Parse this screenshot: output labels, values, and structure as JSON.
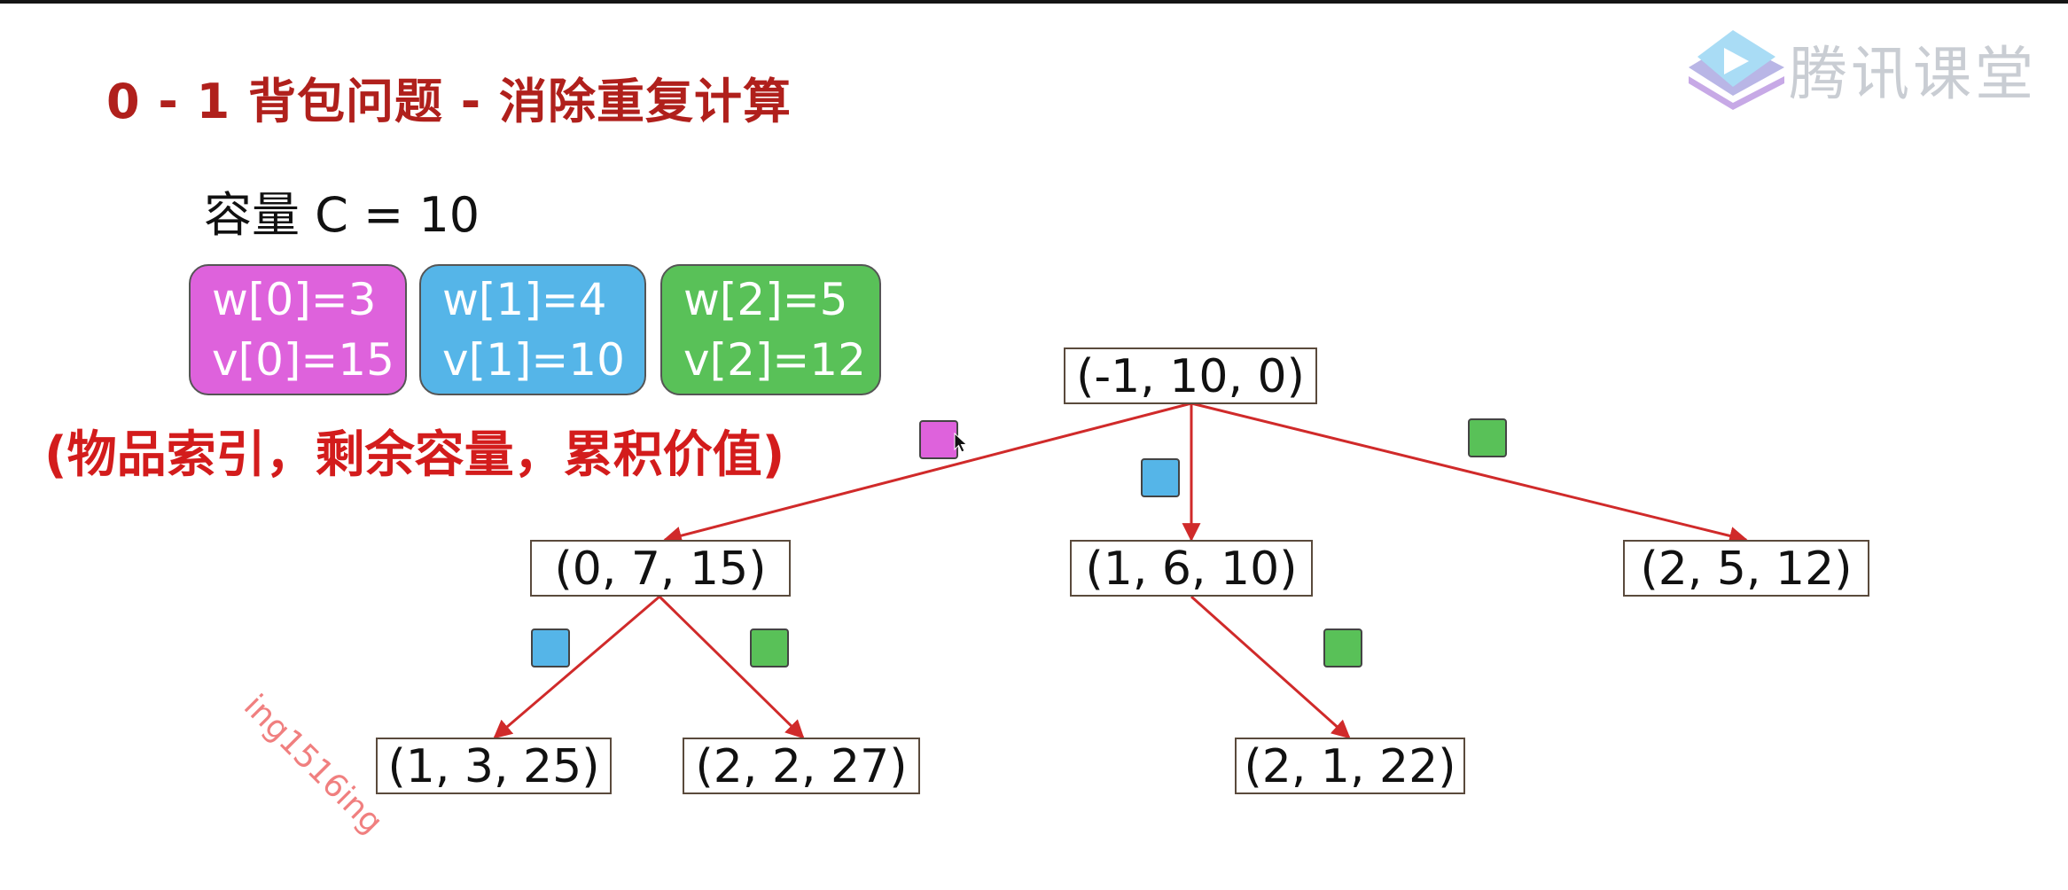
{
  "title": "0 - 1 背包问题 - 消除重复计算",
  "brand": {
    "name": "腾讯课堂",
    "icon": "play-logo-icon"
  },
  "capacity": "容量 C = 10",
  "items": [
    {
      "w": "w[0]=3",
      "v": "v[0]=15",
      "color": "#de62dc"
    },
    {
      "w": "w[1]=4",
      "v": "v[1]=10",
      "color": "#55b5e8"
    },
    {
      "w": "w[2]=5",
      "v": "v[2]=12",
      "color": "#59c158"
    }
  ],
  "legend": "(物品索引，剩余容量，累积价值)",
  "tree": {
    "nodes": [
      {
        "id": "root",
        "label": "(-1, 10, 0)"
      },
      {
        "id": "n0",
        "label": "(0, 7, 15)"
      },
      {
        "id": "n1",
        "label": "(1, 6, 10)"
      },
      {
        "id": "n2",
        "label": "(2, 5, 12)"
      },
      {
        "id": "n0-1",
        "label": "(1, 3, 25)"
      },
      {
        "id": "n0-2",
        "label": "(2, 2, 27)"
      },
      {
        "id": "n1-2",
        "label": "(2, 1, 22)"
      }
    ],
    "edges": [
      {
        "from": "root",
        "to": "n0",
        "item": 0
      },
      {
        "from": "root",
        "to": "n1",
        "item": 1
      },
      {
        "from": "root",
        "to": "n2",
        "item": 2
      },
      {
        "from": "n0",
        "to": "n0-1",
        "item": 1
      },
      {
        "from": "n0",
        "to": "n0-2",
        "item": 2
      },
      {
        "from": "n1",
        "to": "n1-2",
        "item": 2
      }
    ],
    "edge_color": "#d02a2a"
  },
  "watermark": "ing1516ing"
}
